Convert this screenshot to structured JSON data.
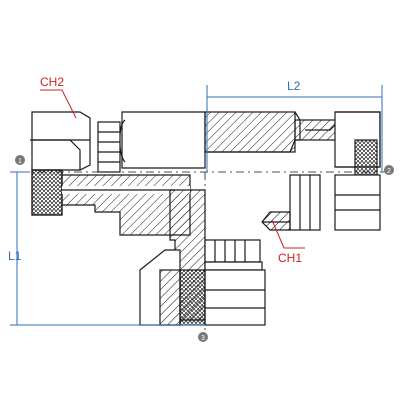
{
  "labels": {
    "ch2": "CH2",
    "ch1": "CH1",
    "l1": "L1",
    "l2": "L2"
  },
  "ports": [
    "1",
    "2",
    "3"
  ],
  "colors": {
    "outline": "#1a1a1a",
    "dimension": "#2f6fb5",
    "callout": "#cc2222",
    "port_marker": "#777777"
  }
}
